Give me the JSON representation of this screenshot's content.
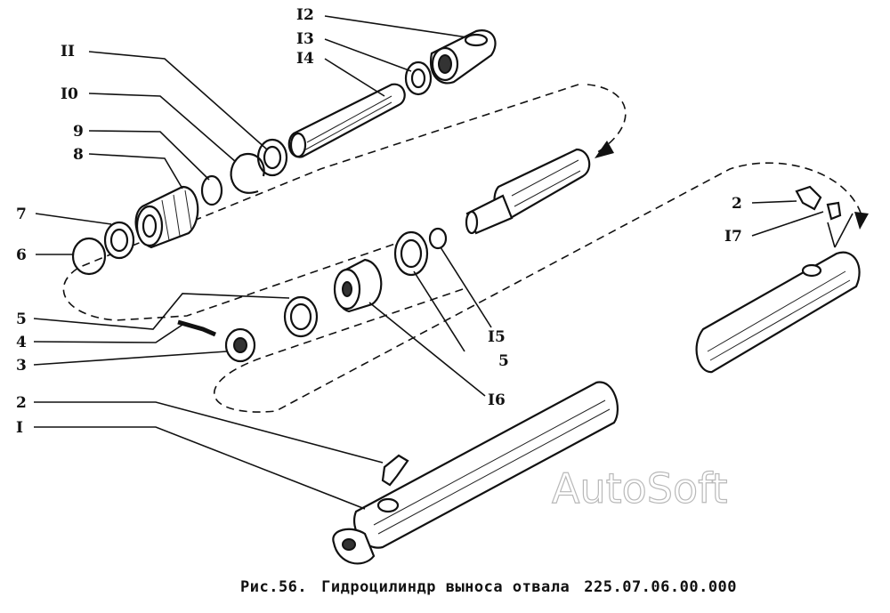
{
  "figure": {
    "number": "Рис.56.",
    "title": "Гидроцилиндр выноса отвала",
    "code": "225.07.06.00.000"
  },
  "watermark": "AutoSoft",
  "callouts": {
    "c12": "I2",
    "c13": "I3",
    "c14": "I4",
    "c11": "II",
    "c10": "I0",
    "c9": "9",
    "c8": "8",
    "c7": "7",
    "c6": "6",
    "c5a": "5",
    "c4": "4",
    "c3": "3",
    "c2a": "2",
    "c1": "I",
    "c15": "I5",
    "c5b": "5",
    "c16": "I6",
    "c2b": "2",
    "c17": "I7"
  }
}
